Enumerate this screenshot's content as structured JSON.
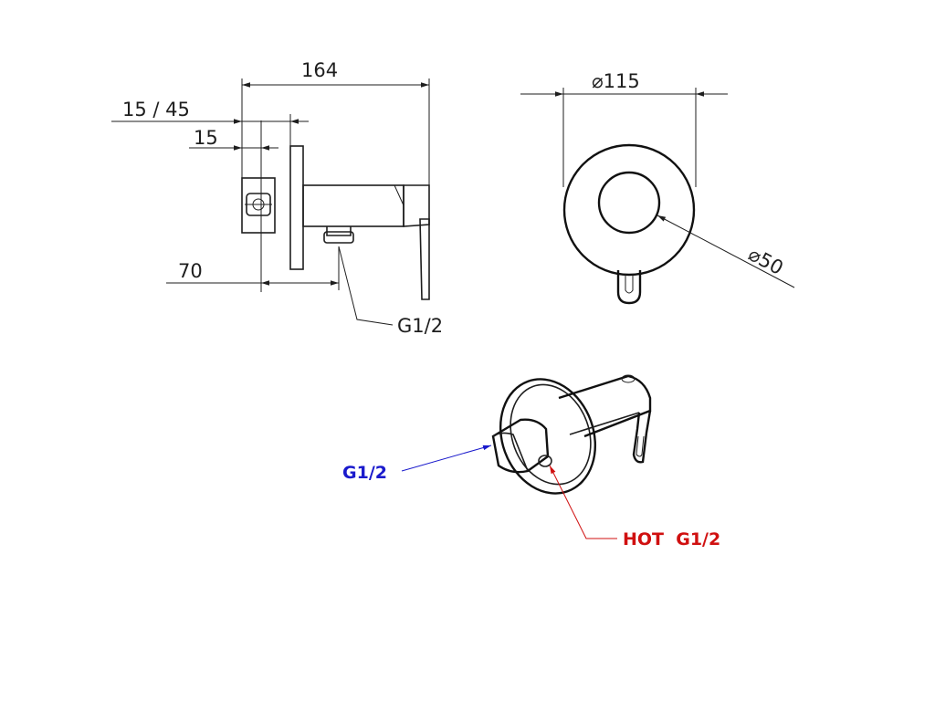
{
  "dimensions": {
    "overall_length": "164",
    "offset_range": "15 / 45",
    "offset_min": "15",
    "outlet_offset": "70",
    "outlet_thread": "G1/2",
    "plate_diameter": "⌀115",
    "handle_diameter": "⌀50"
  },
  "callouts": {
    "inlet": {
      "label": "G1/2",
      "color": "#1a1acc"
    },
    "hot_inlet": {
      "label": "HOT  G1/2",
      "color": "#d01010"
    }
  }
}
